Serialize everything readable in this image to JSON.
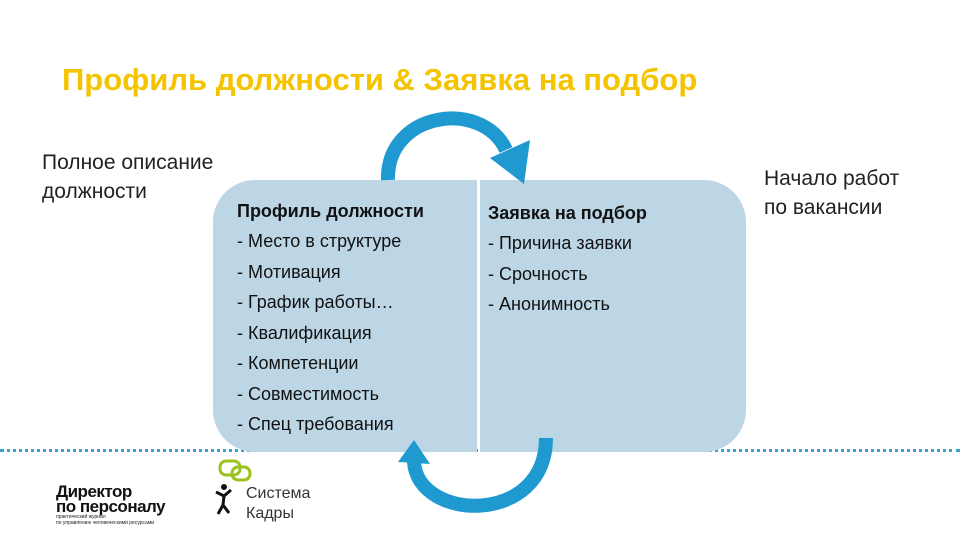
{
  "slide": {
    "title": "Профиль должности & Заявка на подбор",
    "left_caption": [
      "Полное описание",
      "должности"
    ],
    "right_caption": [
      "Начало работ",
      "по вакансии"
    ]
  },
  "profile_panel": {
    "heading": "Профиль должности",
    "items": [
      "- Место в структуре",
      "- Мотивация",
      "- График работы…",
      "- Квалификация",
      "- Компетенции",
      "- Совместимость",
      "- Спец требования"
    ]
  },
  "request_panel": {
    "heading": "Заявка на подбор",
    "items": [
      "- Причина заявки",
      "- Срочность",
      "- Анонимность"
    ]
  },
  "logos": {
    "director_line1": "Директор",
    "director_line2": "по персоналу",
    "director_tag1": "практический журнал",
    "director_tag2": "по управлению человеческими ресурсами",
    "sistema_line1": "Система",
    "sistema_line2": "Кадры"
  },
  "colors": {
    "title": "#f5c400",
    "panel": "#bcd6e6",
    "arrow": "#1e9ad0",
    "logo_green": "#9bc31c"
  }
}
